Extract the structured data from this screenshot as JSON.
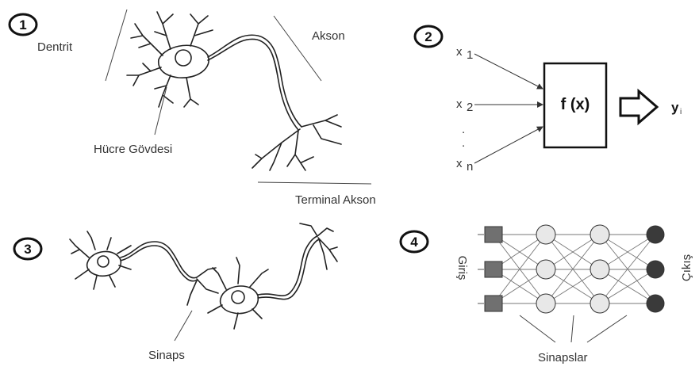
{
  "panel1": {
    "number": "1",
    "labels": {
      "dendrite": "Dentrit",
      "axon": "Akson",
      "cell_body": "Hücre Gövdesi",
      "terminal_axon": "Terminal Akson"
    }
  },
  "panel2": {
    "number": "2",
    "inputs": [
      "x",
      "x",
      ".",
      ".",
      "x"
    ],
    "input_subscripts": [
      "1",
      "2",
      "",
      "",
      "n"
    ],
    "function_label": "f (x)",
    "output_label": "y",
    "output_subscript": "i"
  },
  "panel3": {
    "number": "3",
    "labels": {
      "synapse": "Sinaps"
    }
  },
  "panel4": {
    "number": "4",
    "labels": {
      "input": "Giriş",
      "output": "Çıkış",
      "synapses": "Sinapslar"
    },
    "layers": [
      3,
      3,
      3,
      3
    ],
    "colors": {
      "input_node": "#707070",
      "hidden_node": "#e8e8e8",
      "output_node": "#3a3a3a"
    }
  }
}
